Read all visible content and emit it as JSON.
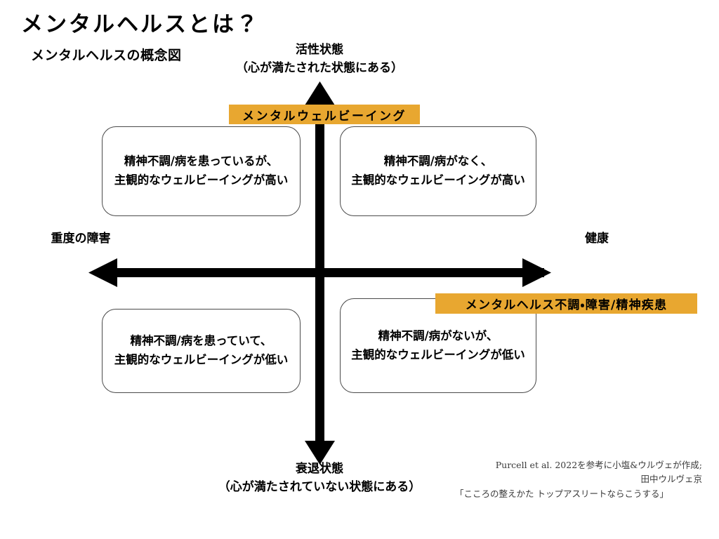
{
  "slide": {
    "title": "メンタルヘルスとは？",
    "subtitle": "メンタルヘルスの概念図",
    "background_color": "#ffffff",
    "accent_color": "#e8a730",
    "text_color": "#000000"
  },
  "axes": {
    "vertical": {
      "top": {
        "line1": "活性状態",
        "line2": "（心が満たされた状態にある）"
      },
      "bottom": {
        "line1": "衰退状態",
        "line2": "（心が満たされていない状態にある）"
      }
    },
    "horizontal": {
      "left": "重度の障害",
      "right": "健康"
    }
  },
  "bands": [
    {
      "id": "mental-wellbeing",
      "label": "メンタルウェルビーイング",
      "color": "#e8a730"
    },
    {
      "id": "mental-health-disorder",
      "label": "メンタルヘルス不調・障害/精神疾患",
      "color": "#e8a730"
    }
  ],
  "quadrants": {
    "top_left": {
      "line1": "精神不調/病を患っているが、",
      "line2": "主観的なウェルビーイングが高い"
    },
    "top_right": {
      "line1": "精神不調/病がなく、",
      "line2": "主観的なウェルビーイングが高い"
    },
    "bottom_left": {
      "line1": "精神不調/病を患っていて、",
      "line2": "主観的なウェルビーイングが低い"
    },
    "bottom_right": {
      "line1": "精神不調/病がないが、",
      "line2": "主観的なウェルビーイングが低い"
    }
  },
  "citation": {
    "line1": "Purcell et al. 2022を参考に小塩&ウルヴェが作成;",
    "line2": "田中ウルヴェ京",
    "line3": "「こころの整えかた トップアスリートならこうする」"
  },
  "chart_data": {
    "type": "scatter",
    "title": "メンタルヘルスの概念図",
    "xlabel": "重度の障害 ←→ 健康",
    "ylabel": "衰退状態 ←→ 活性状態",
    "x_axis_poles": [
      "重度の障害",
      "健康"
    ],
    "y_axis_poles": [
      "衰退状態",
      "活性状態"
    ],
    "grid": false,
    "legend": "none",
    "quadrant_labels": [
      "精神不調/病を患っているが、主観的なウェルビーイングが高い",
      "精神不調/病がなく、主観的なウェルビーイングが高い",
      "精神不調/病を患っていて、主観的なウェルビーイングが低い",
      "精神不調/病がないが、主観的なウェルビーイングが低い"
    ],
    "annotations": [
      "メンタルウェルビーイング",
      "メンタルヘルス不調・障害/精神疾患"
    ]
  }
}
